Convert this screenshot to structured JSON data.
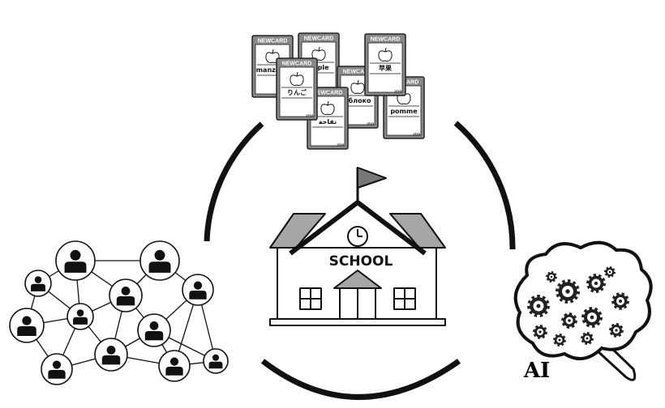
{
  "school": {
    "label": "SCHOOL"
  },
  "ai": {
    "label": "AI"
  },
  "cards": [
    {
      "header": "NEWCARD",
      "word": "manzana",
      "counter": ""
    },
    {
      "header": "NEWCARD",
      "word": "apple",
      "counter": ""
    },
    {
      "header": "NEWCARD",
      "word": "苹果",
      "counter": "2/10"
    },
    {
      "header": "NEWCARD",
      "word": "pomme",
      "counter": "2/10"
    },
    {
      "header": "NEWCARD",
      "word": "яблоко",
      "counter": "2/10"
    },
    {
      "header": "NEWCARD",
      "word": "تفاحة",
      "counter": "2/10"
    },
    {
      "header": "NEWCARD",
      "word": "りんご",
      "counter": "2/10"
    }
  ],
  "icons": {
    "school": "school-building-icon",
    "network": "people-network-icon",
    "brain": "brain-gears-icon",
    "apple": "apple-icon",
    "clock": "clock-icon",
    "flag": "flag-icon"
  }
}
